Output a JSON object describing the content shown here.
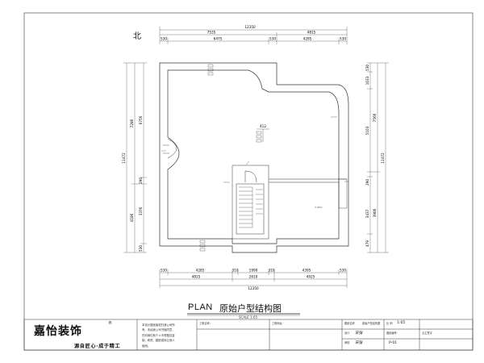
{
  "north_label": "北",
  "drawing": {
    "title_en": "PLAN",
    "title_cn": "原始户型结构图",
    "scale_label": "SCALE 1:65"
  },
  "dimensions": {
    "top_total": "12350",
    "top_mid": [
      "7535",
      "4815"
    ],
    "top_detail": [
      "530",
      "6475",
      "530",
      "4285",
      "530"
    ],
    "bottom_detail": [
      "530",
      "4285",
      "310",
      "1990",
      "310",
      "4395",
      "530"
    ],
    "bottom_mid": [
      "4815",
      "2610",
      "4925"
    ],
    "bottom_total": "12350",
    "left_outer": "11472",
    "left_mid": [
      "7286",
      "4186"
    ],
    "left_inner": [
      "6756",
      "290",
      "3376",
      "530"
    ],
    "right_outer": "11472",
    "right_mid": [
      "7566",
      "3906"
    ],
    "right_inner": [
      "530",
      "1033",
      "5103",
      "290",
      "3437",
      "479"
    ]
  },
  "room_labels": {
    "ceiling_height": "412",
    "small_note": "2.95m"
  },
  "title_block": {
    "brand": "嘉怡装饰",
    "brand_mark": "®",
    "slogan": "源自匠心·成于精工",
    "notes": "本设计图纸版权归我公司所有，未经我公司书面同意，任何单位和个人不得擅自复制、修改、翻拍或转让他人使用。",
    "project_name_label": "工程名称：",
    "project_addr_label": "工程地址：",
    "drawing_name_label": "图纸名称",
    "drawing_name_value": "原始户型结构图",
    "scale_field_label": "比 例",
    "scale_field_value": "1:65",
    "drawing_no_label": "图纸编号：",
    "drawing_no_value": "P-01",
    "designer_label": "设计",
    "checker_label": "审核",
    "owner_confirm_label": "业主签字",
    "sign_a": "宋强",
    "sign_b": "宋强"
  }
}
